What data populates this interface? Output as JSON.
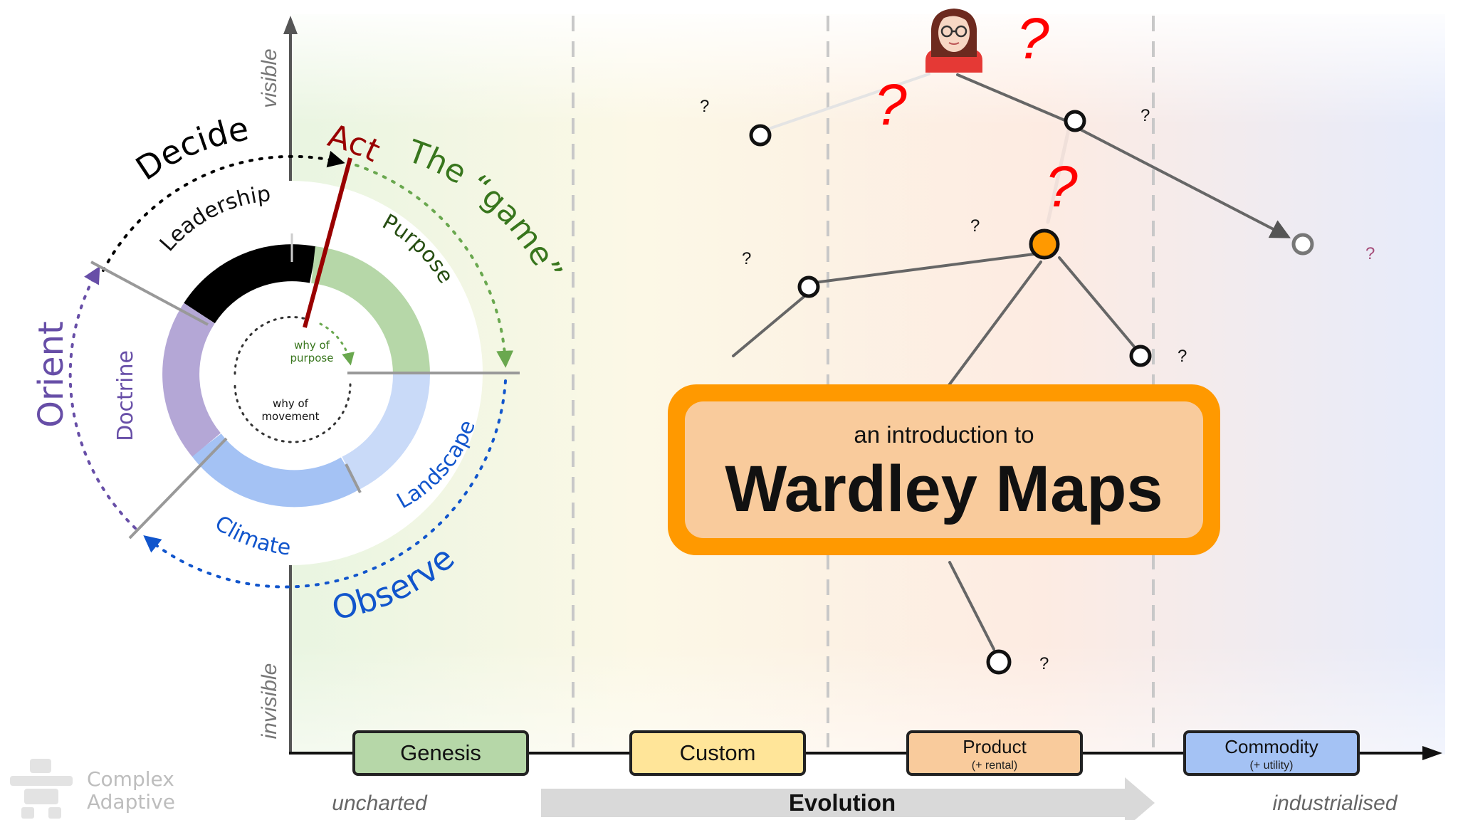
{
  "axis": {
    "y_top_label": "visible",
    "y_bottom_label": "invisible"
  },
  "stages": [
    {
      "label": "Genesis",
      "sub": "",
      "fill": "#b6d7a8"
    },
    {
      "label": "Custom",
      "sub": "",
      "fill": "#ffe599"
    },
    {
      "label": "Product",
      "sub": "(+ rental)",
      "fill": "#f9cb9c"
    },
    {
      "label": "Commodity",
      "sub": "(+ utility)",
      "fill": "#a4c2f4"
    }
  ],
  "bottom": {
    "left_label": "uncharted",
    "center_label": "Evolution",
    "right_label": "industrialised"
  },
  "brand": {
    "line1": "Complex",
    "line2": "Adaptive"
  },
  "cycle": {
    "decide": "Decide",
    "act": "Act",
    "game": "The “game”",
    "orient": "Orient",
    "observe": "Observe",
    "leadership": "Leadership",
    "purpose": "Purpose",
    "doctrine": "Doctrine",
    "landscape": "Landscape",
    "climate": "Climate",
    "why_purpose_1": "why of",
    "why_purpose_2": "purpose",
    "why_movement_1": "why of",
    "why_movement_2": "movement"
  },
  "map": {
    "question": "?"
  },
  "title_box": {
    "subtitle": "an introduction to",
    "title": "Wardley Maps"
  },
  "colors": {
    "decide": "#000000",
    "act": "#990000",
    "game": "#38761d",
    "orient": "#674ea7",
    "observe": "#1155cc",
    "question_red": "#ff0000",
    "orange": "#ff9900",
    "box_fill": "#f9cb9c"
  }
}
